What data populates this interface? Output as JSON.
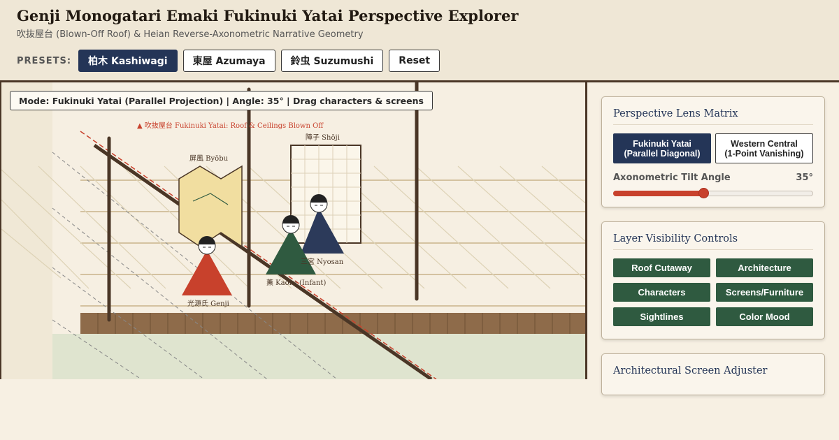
{
  "header": {
    "title": "Genji Monogatari Emaki Fukinuki Yatai Perspective Explorer",
    "subtitle": "吹抜屋台 (Blown-Off Roof) & Heian Reverse-Axonometric Narrative Geometry"
  },
  "presets": {
    "label": "PRESETS:",
    "items": [
      {
        "label": "柏木 Kashiwagi",
        "active": true
      },
      {
        "label": "東屋 Azumaya",
        "active": false
      },
      {
        "label": "鈴虫 Suzumushi",
        "active": false
      },
      {
        "label": "Reset",
        "active": false
      }
    ]
  },
  "stage": {
    "mode_text": "Mode: Fukinuki Yatai (Parallel Projection) | Angle: 35° | Drag characters & screens",
    "roof_note": "▲ 吹抜屋台 Fukinuki Yatai: Roof & Ceilings Blown Off",
    "labels": {
      "byobu": "屏風 Byōbu",
      "shoji": "障子 Shōji",
      "genji": "光源氏 Genji",
      "kaoru": "薫 Kaoru (Infant)",
      "nyosan": "三宮 Nyosan"
    },
    "colors": {
      "genji": "#c8412c",
      "kaoru": "#2f5a40",
      "nyosan": "#2c3a5a",
      "byobu": "#f1dea0"
    }
  },
  "lens_panel": {
    "title": "Perspective Lens Matrix",
    "options": [
      {
        "line1": "Fukinuki Yatai",
        "line2": "(Parallel Diagonal)",
        "active": true
      },
      {
        "line1": "Western Central",
        "line2": "(1-Point Vanishing)",
        "active": false
      }
    ],
    "tilt_label": "Axonometric Tilt Angle",
    "tilt_value_text": "35°",
    "tilt_fraction": 0.45
  },
  "layers_panel": {
    "title": "Layer Visibility Controls",
    "buttons": [
      "Roof Cutaway",
      "Architecture",
      "Characters",
      "Screens/Furniture",
      "Sightlines",
      "Color Mood"
    ]
  },
  "screen_panel": {
    "title": "Architectural Screen Adjuster"
  }
}
